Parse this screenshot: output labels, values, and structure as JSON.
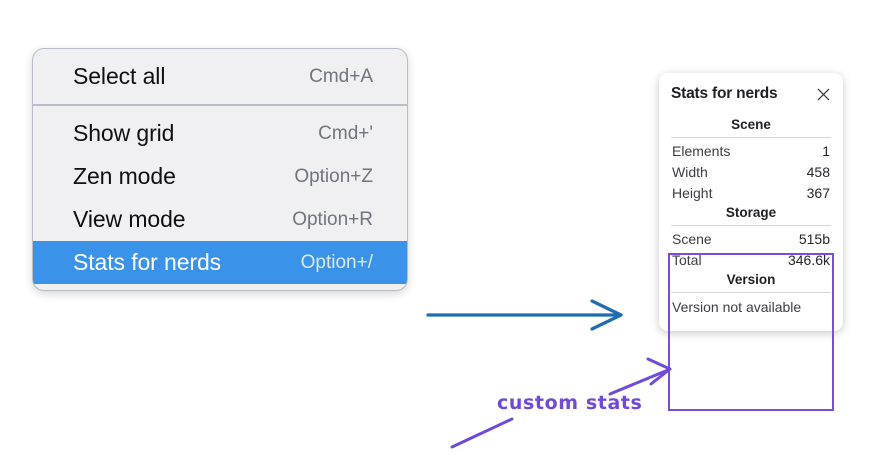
{
  "context_menu": {
    "name": "canvas-context-menu",
    "groups": [
      {
        "items": [
          {
            "label": "Select all",
            "shortcut": "Cmd+A",
            "selected": false
          }
        ]
      },
      {
        "items": [
          {
            "label": "Show grid",
            "shortcut": "Cmd+'",
            "selected": false
          },
          {
            "label": "Zen mode",
            "shortcut": "Option+Z",
            "selected": false
          },
          {
            "label": "View mode",
            "shortcut": "Option+R",
            "selected": false
          },
          {
            "label": "Stats for nerds",
            "shortcut": "Option+/",
            "selected": true
          }
        ]
      }
    ],
    "selected_color": "#3a93e8"
  },
  "stats_panel": {
    "title": "Stats for nerds",
    "close_icon": "close-icon",
    "sections": [
      {
        "heading": "Scene",
        "rows": [
          {
            "label": "Elements",
            "value": "1"
          },
          {
            "label": "Width",
            "value": "458"
          },
          {
            "label": "Height",
            "value": "367"
          }
        ]
      },
      {
        "heading": "Storage",
        "rows": [
          {
            "label": "Scene",
            "value": "515b"
          },
          {
            "label": "Total",
            "value": "346.6k"
          }
        ]
      },
      {
        "heading": "Version",
        "plain": "Version not available"
      }
    ]
  },
  "annotations": {
    "highlight_color": "#7c4cd6",
    "arrow_color": "#1f6cb0",
    "custom_stats_label": "custom stats"
  }
}
